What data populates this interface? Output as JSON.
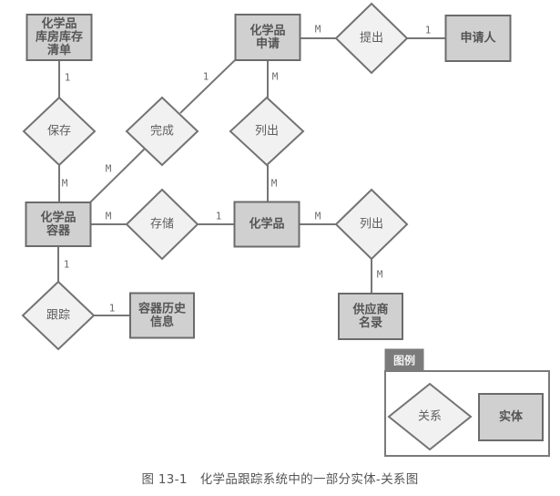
{
  "figure": {
    "number_label": "图 13-1",
    "title": "化学品跟踪系统中的一部分实体-关系图"
  },
  "colors": {
    "entity_fill": "#d0d0d0",
    "entity_border": "#6b6b6b",
    "relation_fill": "#f1f1f1",
    "relation_border": "#737373",
    "connector": "#767676",
    "legend_tab": "#7b7b7b"
  },
  "entities": [
    {
      "id": "inventory-list",
      "lines": [
        "化学品",
        "库房库存",
        "清单"
      ]
    },
    {
      "id": "chemical-request",
      "lines": [
        "化学品",
        "申请"
      ]
    },
    {
      "id": "requester",
      "lines": [
        "申请人"
      ]
    },
    {
      "id": "chemical-container",
      "lines": [
        "化学品",
        "容器"
      ]
    },
    {
      "id": "chemical",
      "lines": [
        "化学品"
      ]
    },
    {
      "id": "container-history",
      "lines": [
        "容器历史",
        "信息"
      ]
    },
    {
      "id": "vendor-catalog",
      "lines": [
        "供应商",
        "名录"
      ]
    }
  ],
  "relationships": [
    {
      "id": "stores-inventory",
      "label": "保存"
    },
    {
      "id": "fulfills",
      "label": "完成"
    },
    {
      "id": "places",
      "label": "提出"
    },
    {
      "id": "lists-request",
      "label": "列出"
    },
    {
      "id": "contains",
      "label": "存储"
    },
    {
      "id": "lists-vendor",
      "label": "列出"
    },
    {
      "id": "tracks",
      "label": "跟踪"
    }
  ],
  "connections": [
    {
      "from": "inventory-list",
      "to": "stores-inventory",
      "cardinality": "1"
    },
    {
      "from": "stores-inventory",
      "to": "chemical-container",
      "cardinality": "M"
    },
    {
      "from": "chemical-request",
      "to": "fulfills",
      "cardinality": "1"
    },
    {
      "from": "fulfills",
      "to": "chemical-container",
      "cardinality": "M"
    },
    {
      "from": "chemical-request",
      "to": "places",
      "cardinality": "M"
    },
    {
      "from": "places",
      "to": "requester",
      "cardinality": "1"
    },
    {
      "from": "chemical-request",
      "to": "lists-request",
      "cardinality": "M"
    },
    {
      "from": "lists-request",
      "to": "chemical",
      "cardinality": "M"
    },
    {
      "from": "chemical-container",
      "to": "contains",
      "cardinality": "M"
    },
    {
      "from": "contains",
      "to": "chemical",
      "cardinality": "1"
    },
    {
      "from": "chemical",
      "to": "lists-vendor",
      "cardinality": "M"
    },
    {
      "from": "lists-vendor",
      "to": "vendor-catalog",
      "cardinality": "M"
    },
    {
      "from": "chemical-container",
      "to": "tracks",
      "cardinality": "1"
    },
    {
      "from": "tracks",
      "to": "container-history",
      "cardinality": "1"
    }
  ],
  "legend": {
    "title": "图例",
    "relationship_label": "关系",
    "entity_label": "实体"
  }
}
